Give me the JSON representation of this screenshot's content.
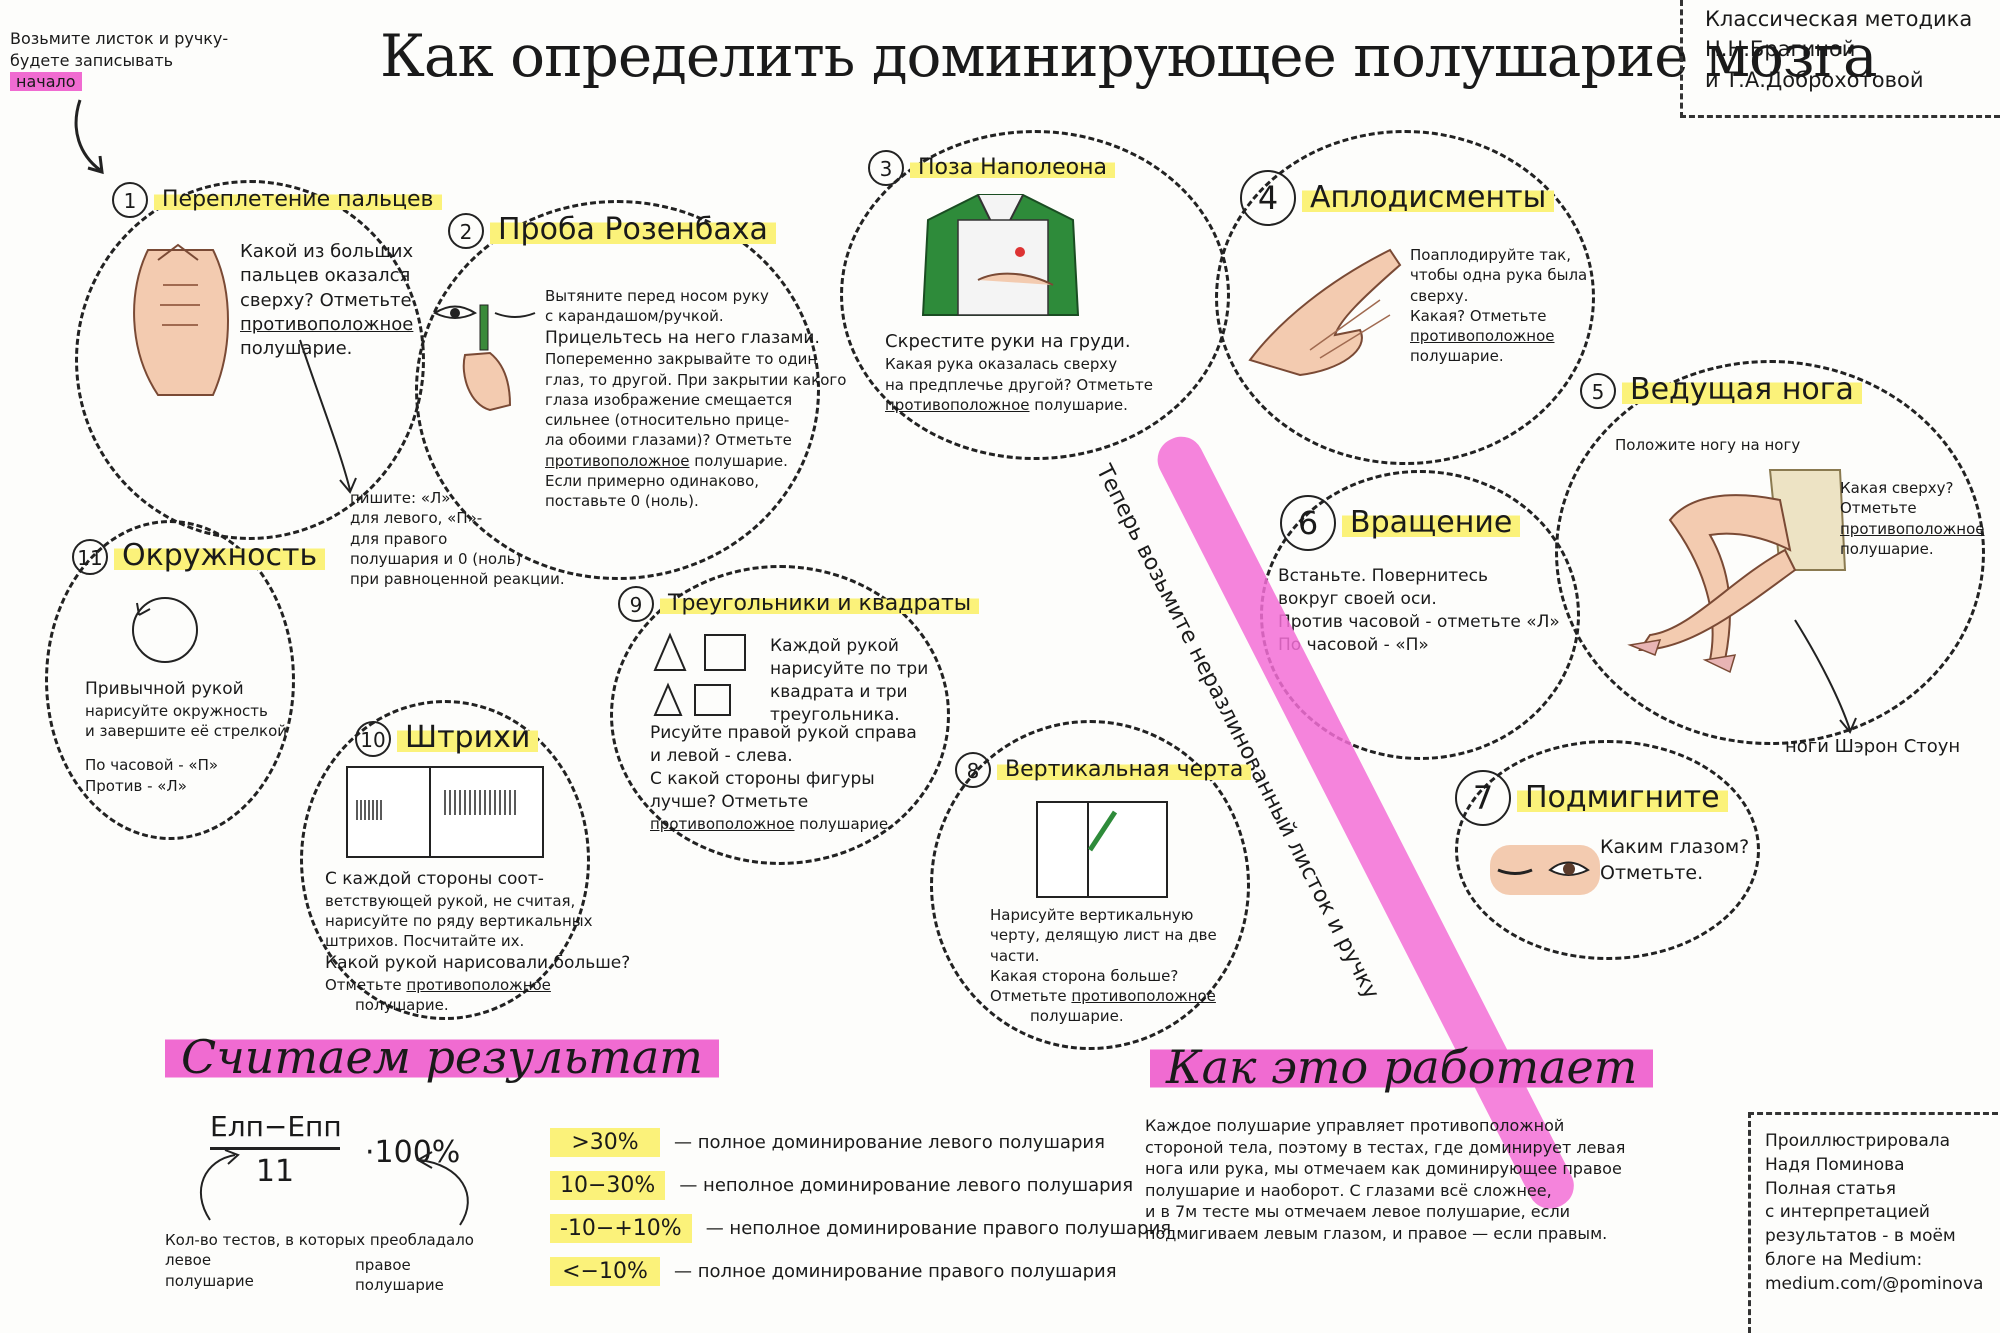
{
  "title": "Как определить доминирующее полушарие мозга",
  "intro": {
    "line1": "Возьмите листок и ручку-",
    "line2": "будете записывать",
    "start": "начало"
  },
  "method": {
    "line1": "Классическая методика",
    "line2": "Н.Н.Брагиной",
    "line3": "и Т.А.Доброхотовой"
  },
  "tests": {
    "t1": {
      "num": "1",
      "title": "Переплетение пальцев",
      "l1": "Какой из больших",
      "l2": "пальцев оказался",
      "l3": "сверху? Отметьте",
      "opp": "противоположное",
      "l5": "полушарие."
    },
    "t2": {
      "num": "2",
      "title": "Проба Розенбаха",
      "l1": "Вытяните перед носом руку",
      "l2": "с карандашом/ручкой.",
      "l3": "Прицельтесь на него глазами.",
      "l4": "Попеременно закрывайте то один",
      "l5": "глаз, то другой. При закрытии какого",
      "l6": "глаза изображение смещается",
      "l7": "сильнее (относительно прице-",
      "l8": "ла обоими глазами)? Отметьте",
      "opp": "противоположное",
      "l9": "полушарие.",
      "l10": "Если примерно одинаково,",
      "l11": "поставьте 0 (ноль)."
    },
    "write_note": {
      "l1": "пишите: «Л»",
      "l2": "для левого, «П»-",
      "l3": "для правого",
      "l4": "полушария и 0 (ноль)",
      "l5": "при равноценной реакции."
    },
    "t3": {
      "num": "3",
      "title": "Поза Наполеона",
      "l1": "Скрестите руки на груди.",
      "l2": "Какая рука оказалась сверху",
      "l3": "на предплечье другой? Отметьте",
      "opp": "противоположное",
      "l4": "полушарие."
    },
    "t4": {
      "num": "4",
      "title": "Аплодисменты",
      "l1": "Поаплодируйте так,",
      "l2": "чтобы одна рука была",
      "l3": "сверху.",
      "l4": "Какая? Отметьте",
      "opp": "противоположное",
      "l5": "полушарие."
    },
    "t5": {
      "num": "5",
      "title": "Ведущая нога",
      "l0": "Положите ногу на ногу",
      "l1": "Какая сверху?",
      "l2": "Отметьте",
      "opp": "противоположное",
      "l3": "полушарие.",
      "caption": "ноги Шэрон Стоун"
    },
    "t6": {
      "num": "6",
      "title": "Вращение",
      "l1": "Встаньте. Повернитесь",
      "l2": "вокруг своей оси.",
      "l3": "Против часовой - отметьте «Л»",
      "l4": "По часовой - «П»"
    },
    "t7": {
      "num": "7",
      "title": "Подмигните",
      "l1": "Каким глазом?",
      "l2": "Отметьте."
    },
    "t8": {
      "num": "8",
      "title": "Вертикальная черта",
      "l1": "Нарисуйте вертикальную",
      "l2": "черту, делящую лист на две",
      "l3": "части.",
      "l4": "Какая сторона больше?",
      "l5": "Отметьте",
      "opp": "противоположное",
      "l6": "полушарие."
    },
    "t9": {
      "num": "9",
      "title": "Треугольники и квадраты",
      "l1": "Каждой рукой",
      "l2": "нарисуйте по три",
      "l3": "квадрата и три",
      "l4": "треугольника.",
      "l5": "Рисуйте правой рукой справа",
      "l6": "и левой - слева.",
      "l7": "С какой стороны фигуры",
      "l8": "лучше? Отметьте",
      "opp": "противоположное",
      "l9": "полушарие."
    },
    "t10": {
      "num": "10",
      "title": "Штрихи",
      "l1": "С каждой стороны соот-",
      "l2": "ветствующей рукой, не считая,",
      "l3": "нарисуйте по ряду вертикальных",
      "l4": "штрихов. Посчитайте их.",
      "l5": "Какой рукой нарисовали больше?",
      "l6": "Отметьте",
      "opp": "противоположное",
      "l7": "полушарие."
    },
    "t11": {
      "num": "11",
      "title": "Окружность",
      "l1": "Привычной рукой",
      "l2": "нарисуйте окружность",
      "l3": "и завершите её стрелкой",
      "l4": "По часовой - «П»",
      "l5": "Против - «Л»"
    }
  },
  "band_text": "Теперь возьмите неразлинованный листок и ручку",
  "result": {
    "title": "Считаем результат",
    "numerator": "Елп−Епп",
    "denominator": "11",
    "multiplier": "·100%",
    "note_left": "Кол-во тестов, в которых преобладало",
    "note_left2": "левое",
    "note_left3": "полушарие",
    "note_right1": "правое",
    "note_right2": "полушарие",
    "rows": [
      {
        "range": ">30%",
        "text": "— полное доминирование левого полушария"
      },
      {
        "range": "10−30%",
        "text": "— неполное доминирование левого полушария"
      },
      {
        "range": "-10−+10%",
        "text": "— неполное доминирование правого полушария"
      },
      {
        "range": "<−10%",
        "text": "— полное доминирование правого полушария"
      }
    ]
  },
  "how": {
    "title": "Как это работает",
    "l1": "Каждое полушарие управляет противоположной",
    "l2": "стороной тела, поэтому в тестах, где доминирует левая",
    "l3": "нога или рука, мы отмечаем как доминирующее правое",
    "l4": "полушарие и наоборот. С глазами всё сложнее,",
    "l5": "и в 7м тесте мы отмечаем левое полушарие, если",
    "l6": "подмигиваем левым глазом, и правое — если правым."
  },
  "credits": {
    "l1": "Проиллюстрировала",
    "l2": "Надя Поминова",
    "l3": "Полная статья",
    "l4": "с интерпретацией",
    "l5": "результатов - в моём",
    "l6": "блоге на Medium:",
    "l7": "medium.com/@pominova"
  },
  "colors": {
    "yellow": "#fbf27a",
    "pink": "#f06bd1",
    "green": "#2e8b3a"
  }
}
